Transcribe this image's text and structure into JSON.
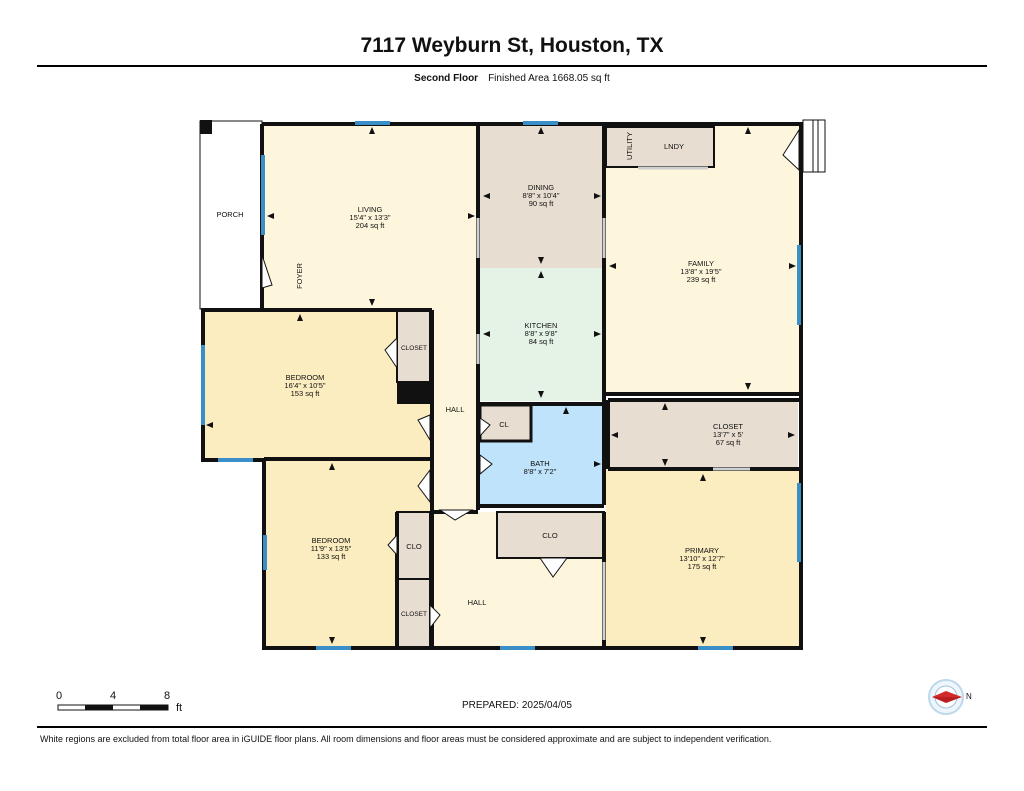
{
  "header": {
    "title": "7117 Weyburn St, Houston, TX",
    "floor": "Second Floor",
    "area": "Finished Area 1668.05 sq ft"
  },
  "rooms": {
    "porch": {
      "name": "PORCH"
    },
    "living": {
      "name": "LIVING",
      "dims": "15'4\" x 13'3\"",
      "area": "204 sq ft"
    },
    "foyer": {
      "name": "FOYER"
    },
    "dining": {
      "name": "DINING",
      "dims": "8'8\" x 10'4\"",
      "area": "90 sq ft"
    },
    "utility": {
      "name": "UTILITY"
    },
    "lndy": {
      "name": "LNDY"
    },
    "family": {
      "name": "FAMILY",
      "dims": "13'8\" x 19'5\"",
      "area": "239 sq ft"
    },
    "kitchen": {
      "name": "KITCHEN",
      "dims": "8'8\" x 9'8\"",
      "area": "84 sq ft"
    },
    "bedroom1": {
      "name": "BEDROOM",
      "dims": "16'4\" x 10'5\"",
      "area": "153 sq ft"
    },
    "closet1": {
      "name": "CLOSET"
    },
    "hall1": {
      "name": "HALL"
    },
    "cl": {
      "name": "CL"
    },
    "bath": {
      "name": "BATH",
      "dims": "8'8\" x 7'2\""
    },
    "closet_big": {
      "name": "CLOSET",
      "dims": "13'7\" x 5'",
      "area": "67 sq ft"
    },
    "bedroom2": {
      "name": "BEDROOM",
      "dims": "11'9\" x 13'5\"",
      "area": "133 sq ft"
    },
    "clo1": {
      "name": "CLO"
    },
    "clo2": {
      "name": "CLO"
    },
    "closet2": {
      "name": "CLOSET"
    },
    "hall2": {
      "name": "HALL"
    },
    "primary": {
      "name": "PRIMARY",
      "dims": "13'10\" x 12'7\"",
      "area": "175 sq ft"
    }
  },
  "scale": {
    "labels": [
      "0",
      "4",
      "8"
    ],
    "unit": "ft"
  },
  "compass": {
    "label": "N"
  },
  "prepared": "PREPARED: 2025/04/05",
  "footer": "White regions are excluded from total floor area in iGUIDE floor plans. All room dimensions and floor areas must be considered approximate and are subject to independent verification.",
  "colors": {
    "living": "#fdf6dc",
    "dining": "#e7ddd0",
    "kitchen": "#e5f3e7",
    "family": "#fdf6dc",
    "bedroom": "#fbedbf",
    "closet": "#e7ddd0",
    "bath": "#bfe3fb",
    "hall": "#fdf6dc",
    "primary": "#fbedbf",
    "window": "#3b8fc8",
    "wall": "#111111"
  }
}
